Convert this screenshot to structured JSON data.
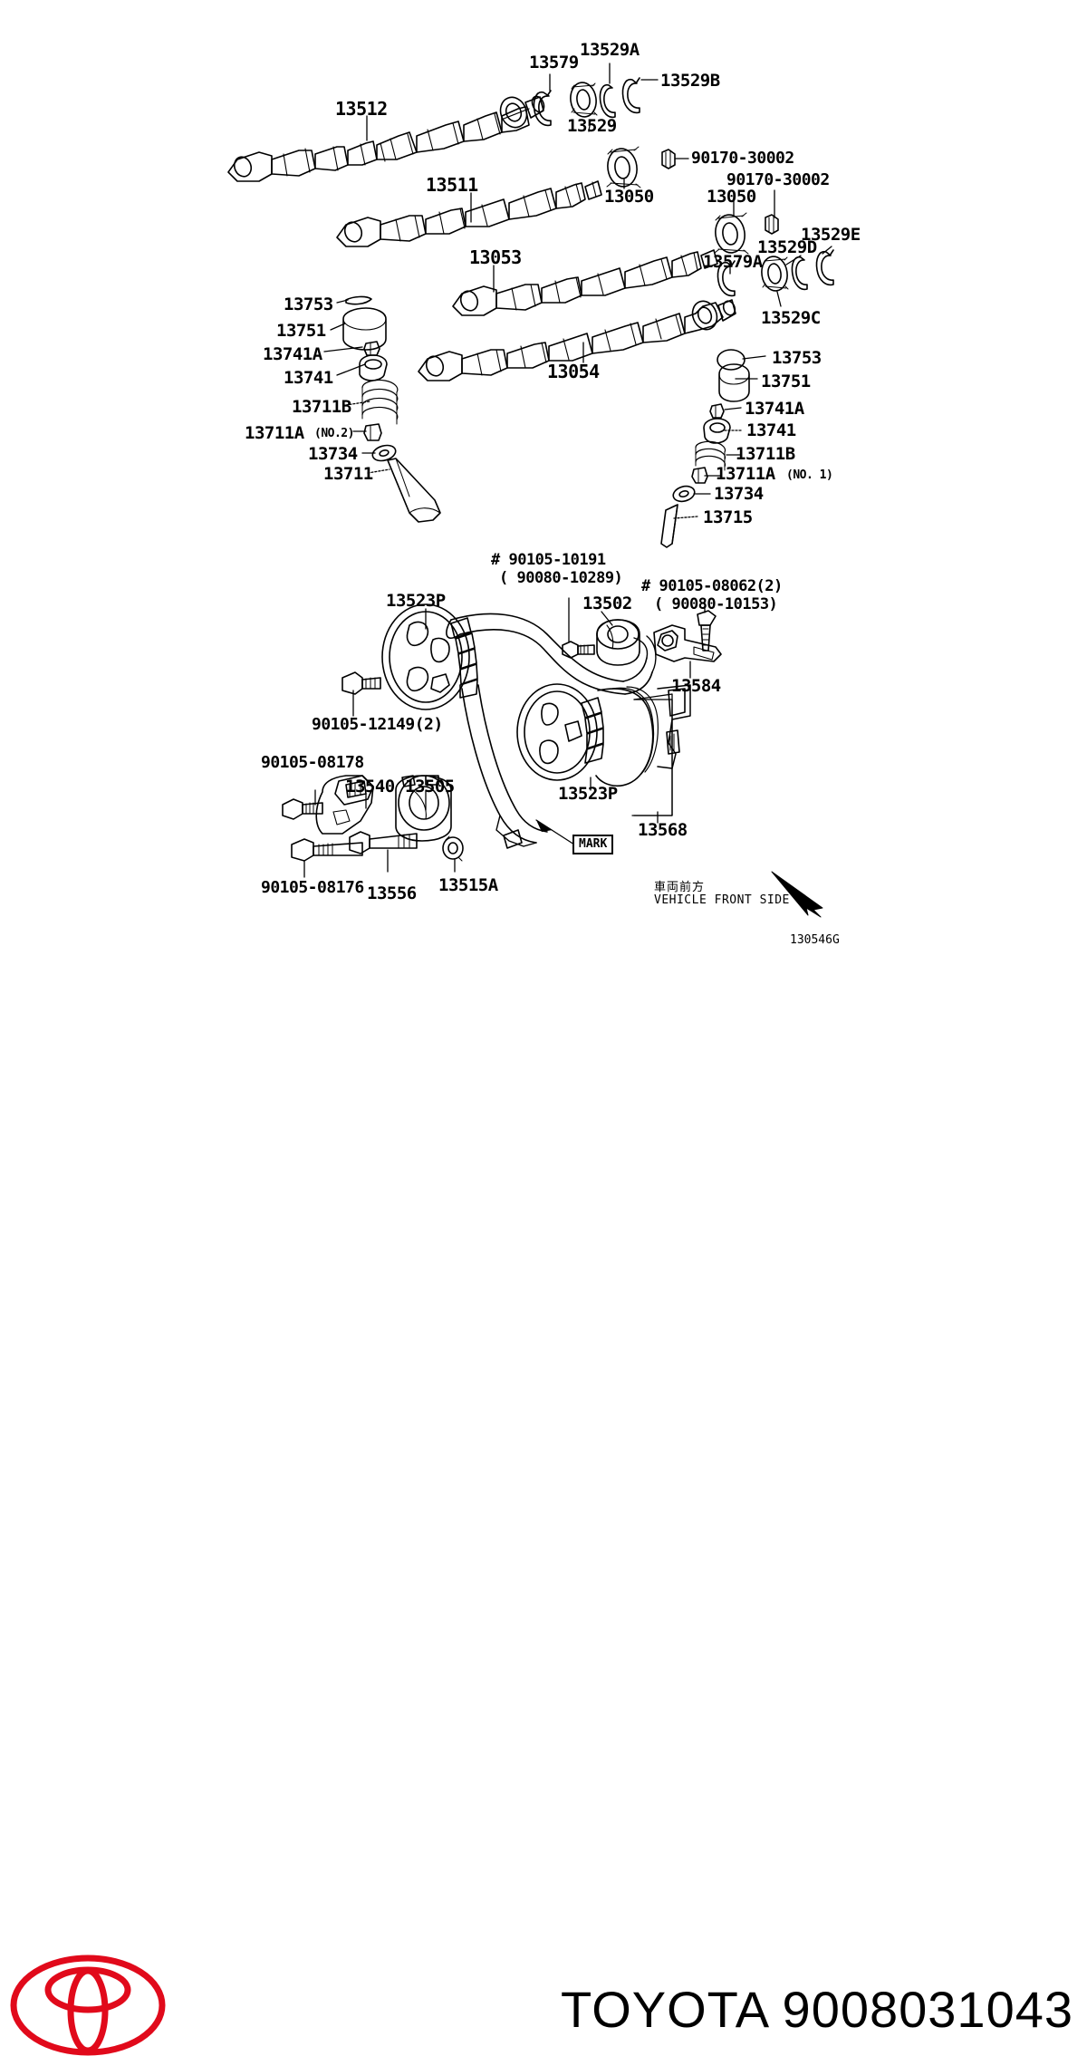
{
  "document": {
    "type": "toyota-parts-diagram",
    "diagram_code": "130546G",
    "brand": "TOYOTA",
    "part_number": "9008031043",
    "footer_text": "TOYOTA 9008031043",
    "direction_note_jp": "車両前方",
    "direction_note_en": "VEHICLE FRONT SIDE",
    "mark_label": "MARK"
  },
  "labels": {
    "camshafts": [
      {
        "id": "13512",
        "text": "13512"
      },
      {
        "id": "13511",
        "text": "13511"
      },
      {
        "id": "13053",
        "text": "13053"
      },
      {
        "id": "13054",
        "text": "13054"
      }
    ],
    "top_right_group": [
      {
        "id": "13579",
        "text": "13579"
      },
      {
        "id": "13529A",
        "text": "13529A"
      },
      {
        "id": "13529B",
        "text": "13529B"
      },
      {
        "id": "13529",
        "text": "13529"
      },
      {
        "id": "13050a",
        "text": "13050"
      },
      {
        "id": "90170-30002a",
        "text": "90170-30002"
      },
      {
        "id": "90170-30002b",
        "text": "90170-30002"
      },
      {
        "id": "13050b",
        "text": "13050"
      },
      {
        "id": "13529E",
        "text": "13529E"
      },
      {
        "id": "13529D",
        "text": "13529D"
      },
      {
        "id": "13579A",
        "text": "13579A"
      },
      {
        "id": "13529C",
        "text": "13529C"
      }
    ],
    "valve_train_left": [
      {
        "id": "13753",
        "text": "13753",
        "suffix": ""
      },
      {
        "id": "13751",
        "text": "13751",
        "suffix": ""
      },
      {
        "id": "13741A",
        "text": "13741A",
        "suffix": ""
      },
      {
        "id": "13741",
        "text": "13741",
        "suffix": ""
      },
      {
        "id": "13711B",
        "text": "13711B",
        "suffix": ""
      },
      {
        "id": "13711A",
        "text": "13711A",
        "suffix": "(NO.2)"
      },
      {
        "id": "13734",
        "text": "13734",
        "suffix": ""
      },
      {
        "id": "13711",
        "text": "13711",
        "suffix": ""
      }
    ],
    "valve_train_right": [
      {
        "id": "13753r",
        "text": "13753",
        "suffix": ""
      },
      {
        "id": "13751r",
        "text": "13751",
        "suffix": ""
      },
      {
        "id": "13741Ar",
        "text": "13741A",
        "suffix": ""
      },
      {
        "id": "13741r",
        "text": "13741",
        "suffix": ""
      },
      {
        "id": "13711Br",
        "text": "13711B",
        "suffix": ""
      },
      {
        "id": "13711Ar",
        "text": "13711A",
        "suffix": "(NO. 1)"
      },
      {
        "id": "13734r",
        "text": "13734",
        "suffix": ""
      },
      {
        "id": "13715",
        "text": "13715",
        "suffix": ""
      }
    ],
    "timing_belt": [
      {
        "id": "13523P-top",
        "text": "13523P"
      },
      {
        "id": "13523P-bot",
        "text": "13523P"
      },
      {
        "id": "13502",
        "text": "13502"
      },
      {
        "id": "13584",
        "text": "13584"
      },
      {
        "id": "13568",
        "text": "13568"
      },
      {
        "id": "13540",
        "text": "13540"
      },
      {
        "id": "13505",
        "text": "13505"
      },
      {
        "id": "13556",
        "text": "13556"
      },
      {
        "id": "13515A",
        "text": "13515A"
      }
    ],
    "fasteners": [
      {
        "id": "bolt1-line1",
        "text": "# 90105-10191"
      },
      {
        "id": "bolt1-line2",
        "text": "( 90080-10289)"
      },
      {
        "id": "bolt2-line1",
        "text": "# 90105-08062(2)"
      },
      {
        "id": "bolt2-line2",
        "text": "( 90080-10153)"
      },
      {
        "id": "bolt3",
        "text": "90105-12149(2)"
      },
      {
        "id": "bolt4",
        "text": "90105-08178"
      },
      {
        "id": "bolt5",
        "text": "90105-08176"
      }
    ]
  },
  "colors": {
    "ink": "#000000",
    "paper": "#ffffff",
    "toyota_red": "#E10A1B"
  }
}
